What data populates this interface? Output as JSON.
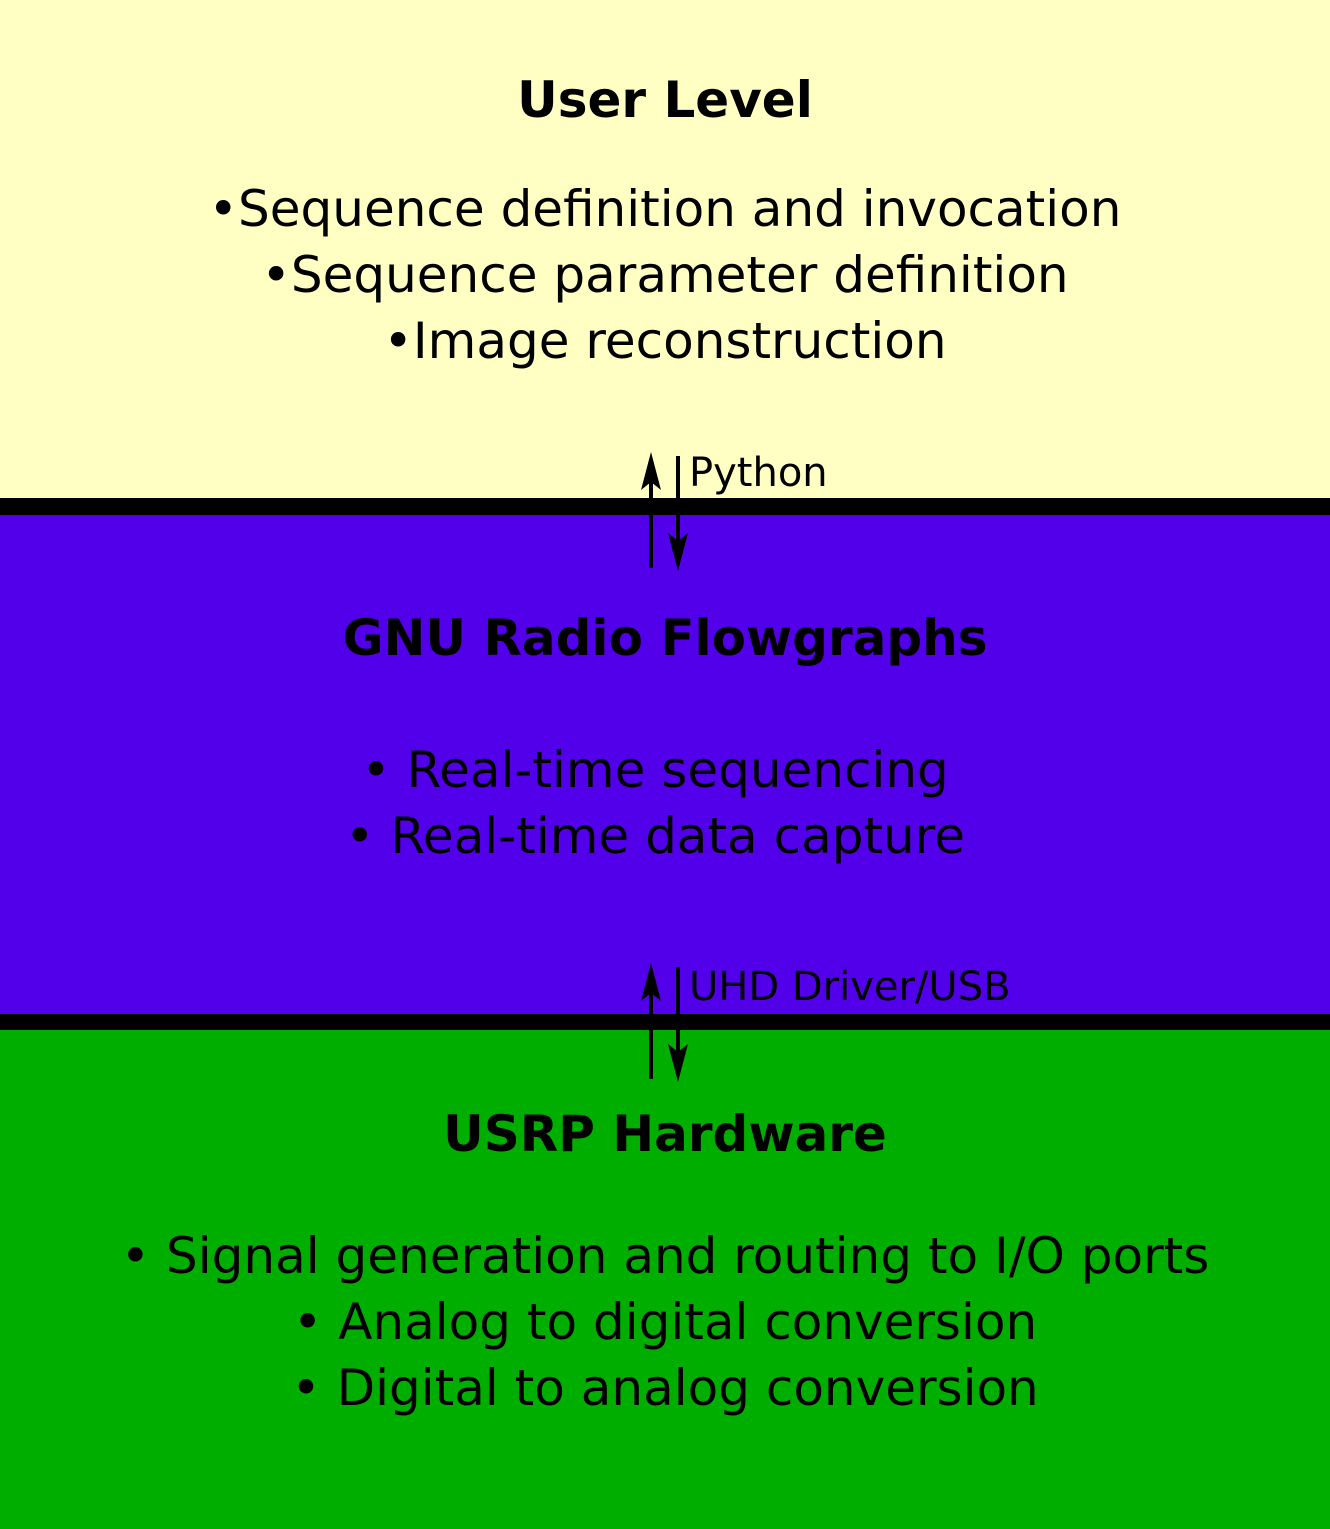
{
  "colors": {
    "user_level_bg": "#FFFFC4",
    "gnu_radio_bg": "#5200E9",
    "usrp_bg": "#00AE00",
    "divider": "#000000",
    "text": "#000000"
  },
  "layers": {
    "user_level": {
      "title": "User Level",
      "bullets": [
        "•Sequence definition and invocation",
        "•Sequence parameter definition",
        "•Image reconstruction"
      ]
    },
    "gnu_radio": {
      "title": "GNU Radio Flowgraphs",
      "bullets": [
        "• Real-time sequencing",
        "• Real-time data capture"
      ]
    },
    "usrp": {
      "title": "USRP Hardware",
      "bullets": [
        "• Signal generation and routing to I/O ports",
        "• Analog to digital conversion",
        "• Digital to analog conversion"
      ]
    }
  },
  "interfaces": {
    "python": {
      "label": "Python"
    },
    "uhd": {
      "label": "UHD Driver/USB"
    }
  }
}
